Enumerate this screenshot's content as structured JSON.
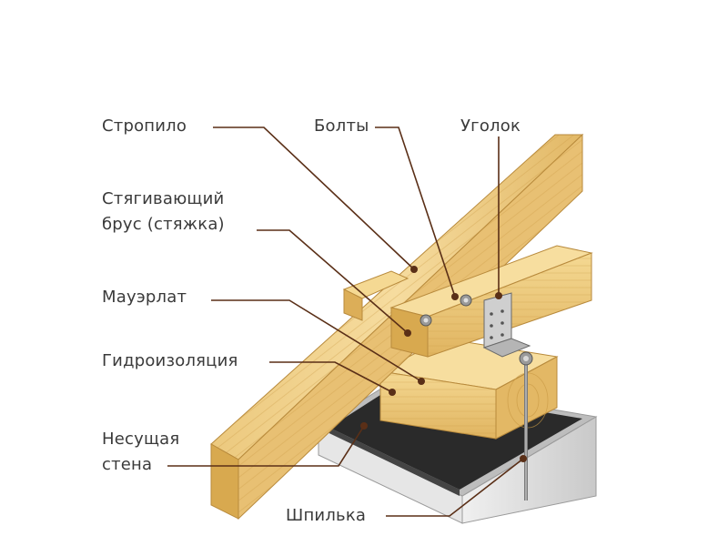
{
  "labels": {
    "rafter": "Стропило",
    "bolts": "Болты",
    "angle": "Уголок",
    "tie_beam_1": "Стягивающий",
    "tie_beam_2": "брус (стяжка)",
    "mauerlat": "Мауэрлат",
    "waterproofing": "Гидроизоляция",
    "wall_1": "Несущая",
    "wall_2": "стена",
    "stud": "Шпилька"
  },
  "colors": {
    "wood_light": "#f3d796",
    "wood_mid": "#e6bd6a",
    "wood_dark": "#c99a45",
    "wall": "#d9d9d9",
    "waterproofing": "#2a2a2a",
    "leader": "#5a2f17",
    "text": "#3a3a3a"
  }
}
